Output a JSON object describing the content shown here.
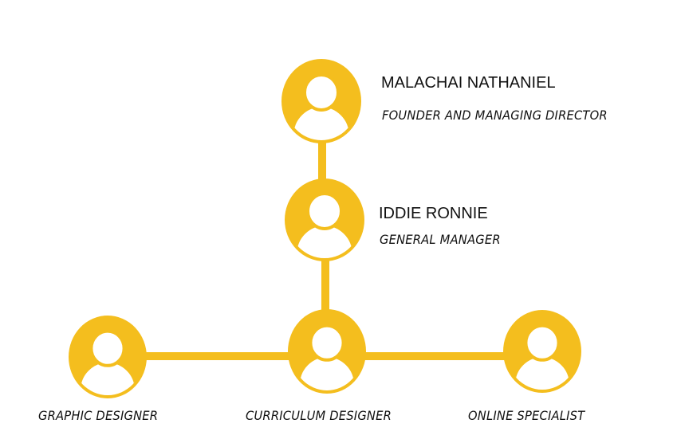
{
  "colors": {
    "accent": "#F4BE1E",
    "avatar_fill": "#FFFFFF",
    "text": "#111111"
  },
  "nodes": [
    {
      "id": "founder",
      "name": "MALACHAI NATHANIEL",
      "role": "FOUNDER AND MANAGING DIRECTOR",
      "icon": "person-icon"
    },
    {
      "id": "general-manager",
      "name": "IDDIE RONNIE",
      "role": "GENERAL MANAGER",
      "icon": "person-icon"
    },
    {
      "id": "graphic-designer",
      "role": "GRAPHIC DESIGNER",
      "icon": "person-icon"
    },
    {
      "id": "curriculum-designer",
      "role": "CURRICULUM DESIGNER",
      "icon": "person-icon"
    },
    {
      "id": "online-specialist",
      "role": "ONLINE SPECIALIST",
      "icon": "person-icon"
    }
  ],
  "edges": [
    {
      "from": "founder",
      "to": "general-manager"
    },
    {
      "from": "general-manager",
      "to": "curriculum-designer"
    },
    {
      "from": "graphic-designer",
      "to": "curriculum-designer"
    },
    {
      "from": "curriculum-designer",
      "to": "online-specialist"
    }
  ]
}
